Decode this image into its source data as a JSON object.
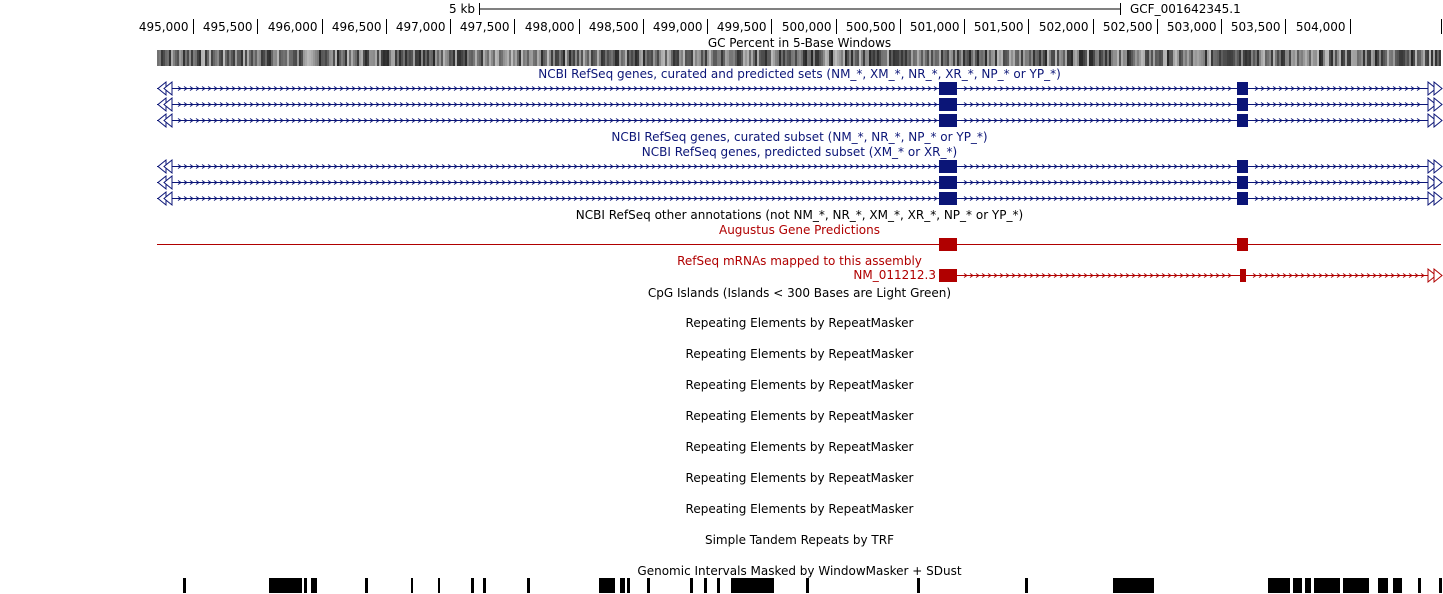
{
  "browser": {
    "scale_bar": {
      "label": "5 kb",
      "assembly": "GCF_001642345.1"
    },
    "ruler": {
      "ticks": [
        "495,000",
        "495,500",
        "496,000",
        "496,500",
        "497,000",
        "497,500",
        "498,000",
        "498,500",
        "499,000",
        "499,500",
        "500,000",
        "500,500",
        "501,000",
        "501,500",
        "502,000",
        "502,500",
        "503,000",
        "503,500",
        "504,000"
      ]
    },
    "tracks": {
      "gc_percent": "GC Percent in 5-Base Windows",
      "refseq_all": "NCBI RefSeq genes, curated and predicted sets (NM_*, XM_*, NR_*, XR_*, NP_* or YP_*)",
      "refseq_curated": "NCBI RefSeq genes, curated subset (NM_*, NR_*, NP_* or YP_*)",
      "refseq_predicted": "NCBI RefSeq genes, predicted subset (XM_* or XR_*)",
      "refseq_other": "NCBI RefSeq other annotations (not NM_*, NR_*, XM_*, XR_*, NP_* or YP_*)",
      "augustus": "Augustus Gene Predictions",
      "refseq_mrna": "RefSeq mRNAs mapped to this assembly",
      "mrna_name": "NM_011212.3",
      "cpg": "CpG Islands (Islands < 300 Bases are Light Green)",
      "repeatmasker": [
        "Repeating Elements by RepeatMasker",
        "Repeating Elements by RepeatMasker",
        "Repeating Elements by RepeatMasker",
        "Repeating Elements by RepeatMasker",
        "Repeating Elements by RepeatMasker",
        "Repeating Elements by RepeatMasker",
        "Repeating Elements by RepeatMasker"
      ],
      "trf": "Simple Tandem Repeats by TRF",
      "windowmasker": "Genomic Intervals Masked by WindowMasker + SDust"
    },
    "colors": {
      "navy": "#0b1577",
      "red": "#b00000",
      "black": "#000000"
    }
  }
}
